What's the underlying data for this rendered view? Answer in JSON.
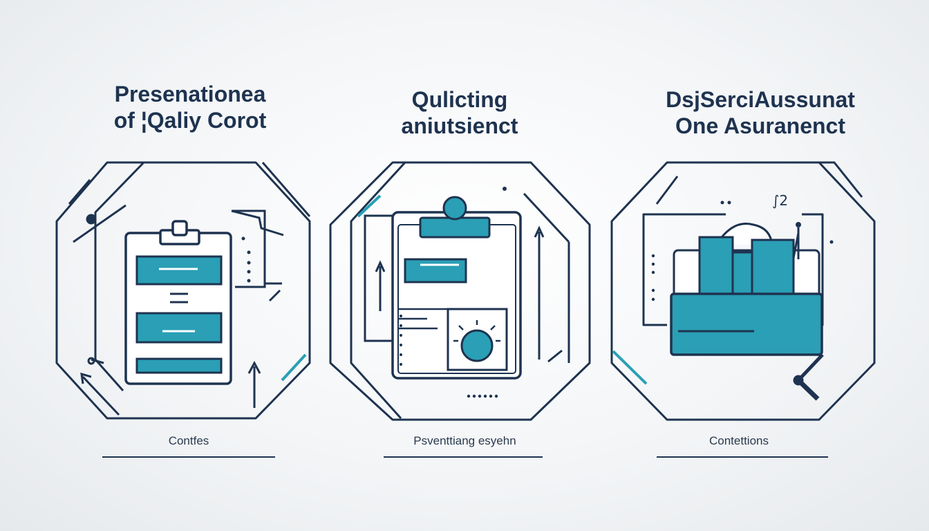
{
  "colors": {
    "navy": "#1e3350",
    "teal": "#2a9fb5",
    "teal_light": "#3cb6c8",
    "background": "#f3f5f7"
  },
  "panels": [
    {
      "title_line1": "Presenationea",
      "title_line2": "of ¦Qaliy Corot",
      "caption": "Contfes",
      "icon": "clipboard-form-icon"
    },
    {
      "title_line1": "Qulicting",
      "title_line2": "aniutsienct",
      "caption": "Psventtiang esyehn",
      "icon": "clipboard-report-icon"
    },
    {
      "title_line1": "DsjSerciAussunat",
      "title_line2": "One Asuranenct",
      "caption": "Contettions",
      "icon": "folder-bar-chart-icon"
    }
  ]
}
